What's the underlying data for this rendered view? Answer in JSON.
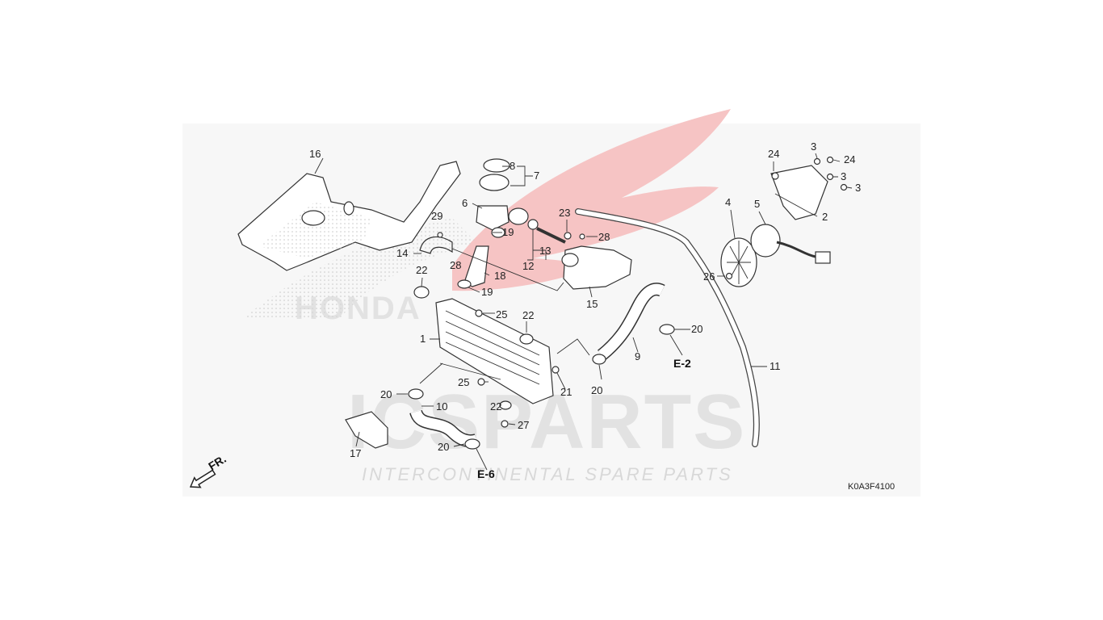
{
  "diagram": {
    "code": "K0A3F4100",
    "direction_label": "FR.",
    "refs": [
      "E-2",
      "E-6"
    ],
    "watermark": {
      "word": "ICSPARTS",
      "tagline": "INTERCONTINENTAL SPARE PARTS",
      "brand": "HONDA"
    },
    "callouts": [
      {
        "id": "c1",
        "text": "1"
      },
      {
        "id": "c2",
        "text": "2"
      },
      {
        "id": "c3a",
        "text": "3"
      },
      {
        "id": "c3b",
        "text": "3"
      },
      {
        "id": "c3c",
        "text": "3"
      },
      {
        "id": "c4",
        "text": "4"
      },
      {
        "id": "c5",
        "text": "5"
      },
      {
        "id": "c6",
        "text": "6"
      },
      {
        "id": "c7",
        "text": "7"
      },
      {
        "id": "c8",
        "text": "8"
      },
      {
        "id": "c9",
        "text": "9"
      },
      {
        "id": "c10",
        "text": "10"
      },
      {
        "id": "c11",
        "text": "11"
      },
      {
        "id": "c12",
        "text": "12"
      },
      {
        "id": "c13",
        "text": "13"
      },
      {
        "id": "c14",
        "text": "14"
      },
      {
        "id": "c15",
        "text": "15"
      },
      {
        "id": "c16",
        "text": "16"
      },
      {
        "id": "c17",
        "text": "17"
      },
      {
        "id": "c18",
        "text": "18"
      },
      {
        "id": "c19a",
        "text": "19"
      },
      {
        "id": "c19b",
        "text": "19"
      },
      {
        "id": "c20a",
        "text": "20"
      },
      {
        "id": "c20b",
        "text": "20"
      },
      {
        "id": "c20c",
        "text": "20"
      },
      {
        "id": "c20d",
        "text": "20"
      },
      {
        "id": "c21",
        "text": "21"
      },
      {
        "id": "c22a",
        "text": "22"
      },
      {
        "id": "c22b",
        "text": "22"
      },
      {
        "id": "c22c",
        "text": "22"
      },
      {
        "id": "c23",
        "text": "23"
      },
      {
        "id": "c24a",
        "text": "24"
      },
      {
        "id": "c24b",
        "text": "24"
      },
      {
        "id": "c25a",
        "text": "25"
      },
      {
        "id": "c25b",
        "text": "25"
      },
      {
        "id": "c26",
        "text": "26"
      },
      {
        "id": "c27",
        "text": "27"
      },
      {
        "id": "c28a",
        "text": "28"
      },
      {
        "id": "c28b",
        "text": "28"
      },
      {
        "id": "c29",
        "text": "29"
      }
    ]
  }
}
